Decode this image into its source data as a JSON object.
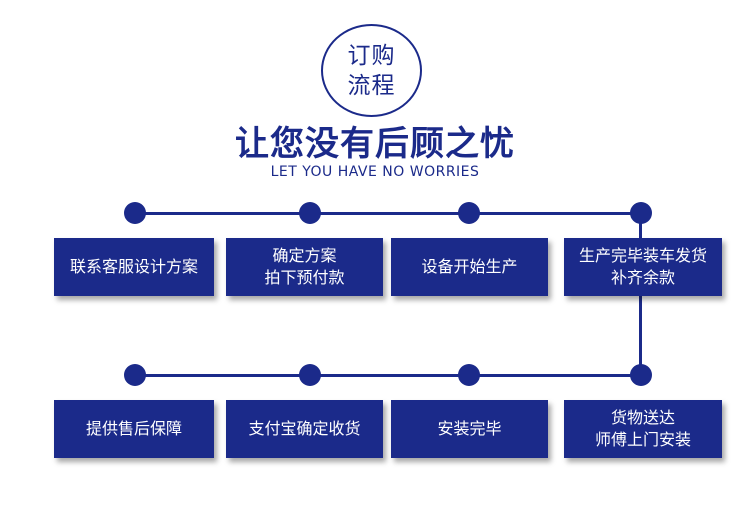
{
  "badge": {
    "line1": "订购",
    "line2": "流程"
  },
  "title": "让您没有后顾之忧",
  "subtitle": "LET YOU HAVE NO WORRIES",
  "row1": [
    {
      "lines": [
        "联系客服设计方案"
      ]
    },
    {
      "lines": [
        "确定方案",
        "拍下预付款"
      ]
    },
    {
      "lines": [
        "设备开始生产"
      ]
    },
    {
      "lines": [
        "生产完毕装车发货",
        "补齐余款"
      ]
    }
  ],
  "row2": [
    {
      "lines": [
        "提供售后保障"
      ]
    },
    {
      "lines": [
        "支付宝确定收货"
      ]
    },
    {
      "lines": [
        "安装完毕"
      ]
    },
    {
      "lines": [
        "货物送达",
        "师傅上门安装"
      ]
    }
  ],
  "colors": {
    "primary": "#1b2a8a",
    "text_on_box": "#ffffff",
    "background": "#ffffff"
  }
}
